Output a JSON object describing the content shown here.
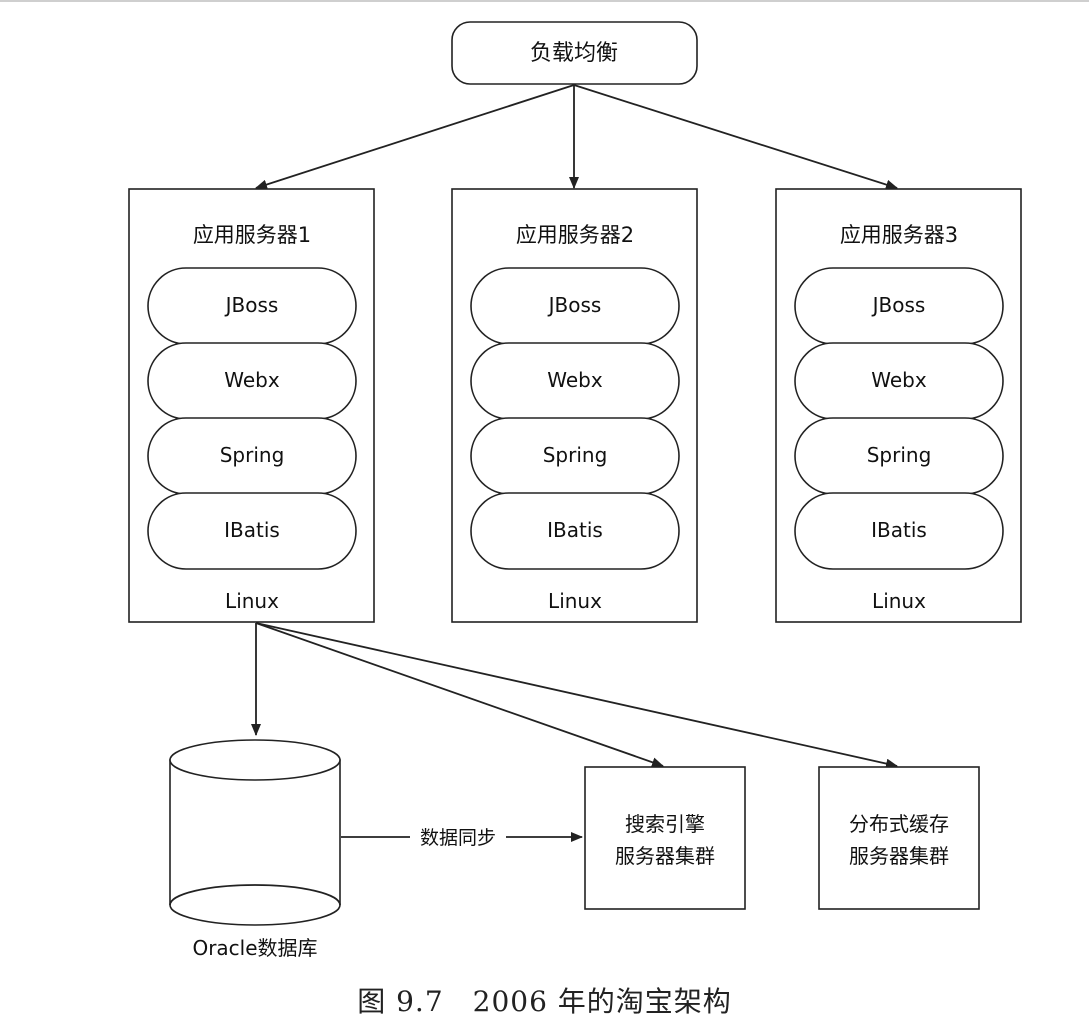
{
  "load_balancer": {
    "label": "负载均衡"
  },
  "servers": [
    {
      "title": "应用服务器1",
      "layers": [
        "JBoss",
        "Webx",
        "Spring",
        "IBatis"
      ],
      "os": "Linux"
    },
    {
      "title": "应用服务器2",
      "layers": [
        "JBoss",
        "Webx",
        "Spring",
        "IBatis"
      ],
      "os": "Linux"
    },
    {
      "title": "应用服务器3",
      "layers": [
        "JBoss",
        "Webx",
        "Spring",
        "IBatis"
      ],
      "os": "Linux"
    }
  ],
  "database": {
    "label": "Oracle数据库"
  },
  "sync_label": "数据同步",
  "search_cluster": {
    "line1": "搜索引擎",
    "line2": "服务器集群"
  },
  "cache_cluster": {
    "line1": "分布式缓存",
    "line2": "服务器集群"
  },
  "caption": "图 9.7　2006 年的淘宝架构"
}
